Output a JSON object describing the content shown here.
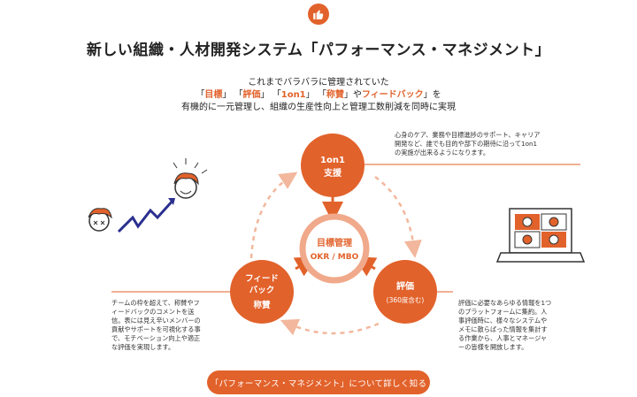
{
  "header": {
    "like_icon": "thumbs-up-icon",
    "title": "新しい組織・人材開発システム「パフォーマンス・マネジメント」"
  },
  "lead": {
    "line1": "これまでバラバラに管理されていた",
    "keywords": [
      "目標",
      "評価",
      "1on1",
      "称賛",
      "フィードバック"
    ],
    "line2_suffix": "を",
    "line3": "有機的に一元管理し、組織の生産性向上と管理工数削減を同時に実現"
  },
  "diagram": {
    "center": {
      "line1": "目標管理",
      "line2": "OKR / MBO"
    },
    "top": {
      "line1": "1on1",
      "line2": "支援"
    },
    "left": {
      "line1": "フィード",
      "line2": "バック",
      "line3": "称賛"
    },
    "right": {
      "line1": "評価",
      "line2": "(360度含む)"
    }
  },
  "descriptions": {
    "top": [
      "心身のケア、業務や目標進捗のサポート、キャリア",
      "開発など、誰でも目的や部下の期待に沿って1on1",
      "の実施が出来るようになります。"
    ],
    "left": [
      "チームの枠を超えて、称賛やフ",
      "ィードバックのコメントを送",
      "信。表には見え辛いメンバーの",
      "貢献やサポートを可視化する事",
      "で、モチベーション向上や適正",
      "な評価を実現します。"
    ],
    "right": [
      "評価に必要なあらゆる情報を1つ",
      "のプラットフォームに集約。人",
      "事評価時に、様々なシステムや",
      "メモに散らばった情報を集計す",
      "る作業から、人事とマネージャ",
      "ーの皆様を開放します。"
    ]
  },
  "cta": {
    "label": "「パフォーマンス・マネジメント」について詳しく知る"
  },
  "colors": {
    "accent": "#e2622b",
    "ring": "#f0a98a",
    "dashed": "#f2b79c"
  }
}
